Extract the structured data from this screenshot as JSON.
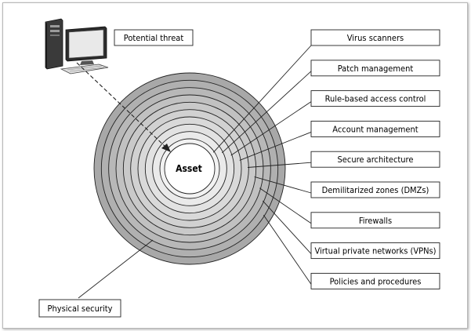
{
  "center_label": "Asset",
  "threat_label": "Potential threat",
  "outer_label": "Physical security",
  "layers": [
    "Virus scanners",
    "Patch management",
    "Rule-based access control",
    "Account management",
    "Secure architecture",
    "Demilitarized zones (DMZs)",
    "Firewalls",
    "Virtual private networks (VPNs)",
    "Policies and procedures"
  ],
  "icons": {
    "threat": "desktop-computer-icon"
  },
  "colors": {
    "ring_outer": "#a8a8a8",
    "ring_inner": "#f2f2f2",
    "center": "#ffffff",
    "stroke": "#222222"
  }
}
